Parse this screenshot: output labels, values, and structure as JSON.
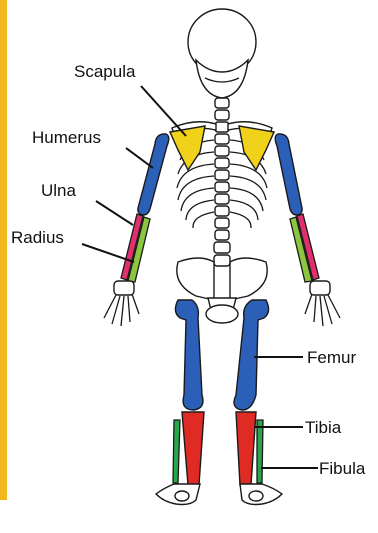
{
  "labels": {
    "scapula": "Scapula",
    "humerus": "Humerus",
    "ulna": "Ulna",
    "radius": "Radius",
    "femur": "Femur",
    "tibia": "Tibia",
    "fibula": "Fibula"
  },
  "colors": {
    "side_bar": "#f3b71b",
    "scapula": "#f1d21a",
    "humerus": "#2c5fb8",
    "ulna": "#e0306e",
    "radius": "#8bc63e",
    "femur": "#2c5fb8",
    "tibia": "#e02b24",
    "fibula": "#27a64a"
  }
}
